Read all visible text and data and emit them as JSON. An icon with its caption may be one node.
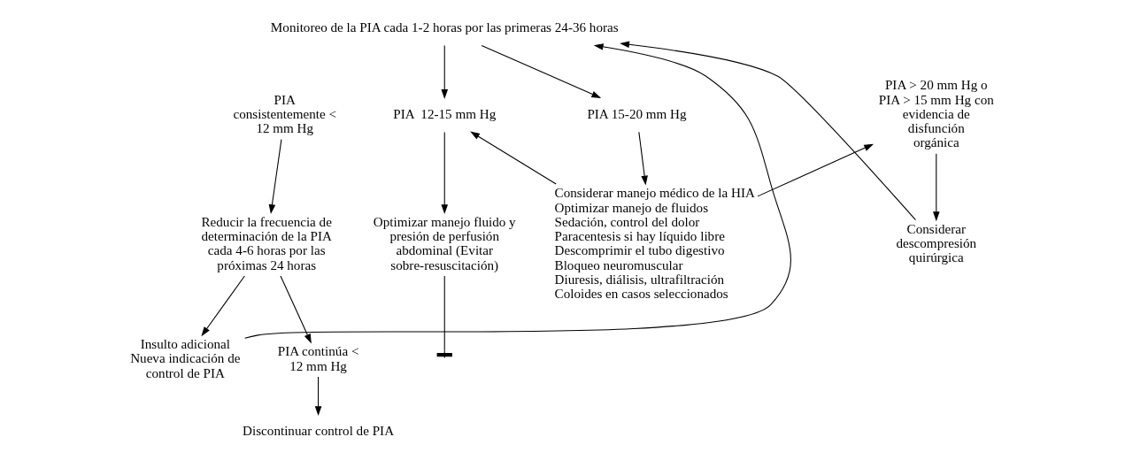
{
  "diagram": {
    "nodes": [
      {
        "text": [
          "Monitoreo de la PIA cada 1-2 horas por las primeras 24-36 horas"
        ]
      },
      {
        "text": [
          "PIA consistentemente < 12 mm Hg"
        ]
      },
      {
        "text": [
          "PIA  12-15 mm Hg"
        ]
      },
      {
        "text": [
          "PIA 15-20 mm Hg"
        ]
      },
      {
        "text": [
          "PIA > 20 mm Hg o PIA > 15 mm Hg con evidencia de disfunción orgánica"
        ]
      },
      {
        "text": [
          "Optimizar manejo fluido y presión de perfusión abdominal (Evitar sobre-resuscitación)"
        ]
      },
      {
        "text": [
          "Considerar manejo médico de la HIA",
          "Optimizar manejo de fluidos",
          "Sedación, control del dolor",
          "Paracentesis si hay líquido libre",
          "Descomprimir el tubo digestivo",
          "Bloqueo neuromuscular",
          "Diuresis, diálisis, ultrafiltración",
          "Coloides en casos seleccionados"
        ]
      },
      {
        "text": [
          "Reducir la frecuencia de determinación de la PIA cada 4-6 horas por las próximas 24 horas"
        ]
      },
      {
        "text": [
          "Insulto adicional",
          "Nueva indicación de control de PIA"
        ]
      },
      {
        "text": [
          "PIA continúa < 12 mm Hg"
        ]
      },
      {
        "text": [
          "Considerar descompresión quirúrgica"
        ]
      },
      {
        "text": [
          "Discontinuar control de PIA"
        ]
      }
    ],
    "edges": [
      {
        "from": 0,
        "to": 2,
        "arrow": "to"
      },
      {
        "from": 0,
        "to": 3,
        "arrow": "to"
      },
      {
        "from": 2,
        "to": 5,
        "arrow": "to"
      },
      {
        "from": 5,
        "to": null,
        "arrow": "other"
      },
      {
        "from": 3,
        "to": 6,
        "arrow": "to"
      },
      {
        "from": 6,
        "to": 2,
        "arrow": "to"
      },
      {
        "from": 6,
        "to": 4,
        "arrow": "to"
      },
      {
        "from": 4,
        "to": 10,
        "arrow": "to"
      },
      {
        "from": 10,
        "to": 0,
        "arrow": "to"
      },
      {
        "from": 1,
        "to": 7,
        "arrow": "to"
      },
      {
        "from": 7,
        "to": 8,
        "arrow": "to"
      },
      {
        "from": 7,
        "to": 9,
        "arrow": "to"
      },
      {
        "from": 9,
        "to": 11,
        "arrow": "to"
      },
      {
        "from": 8,
        "to": 0,
        "arrow": "to"
      }
    ]
  }
}
